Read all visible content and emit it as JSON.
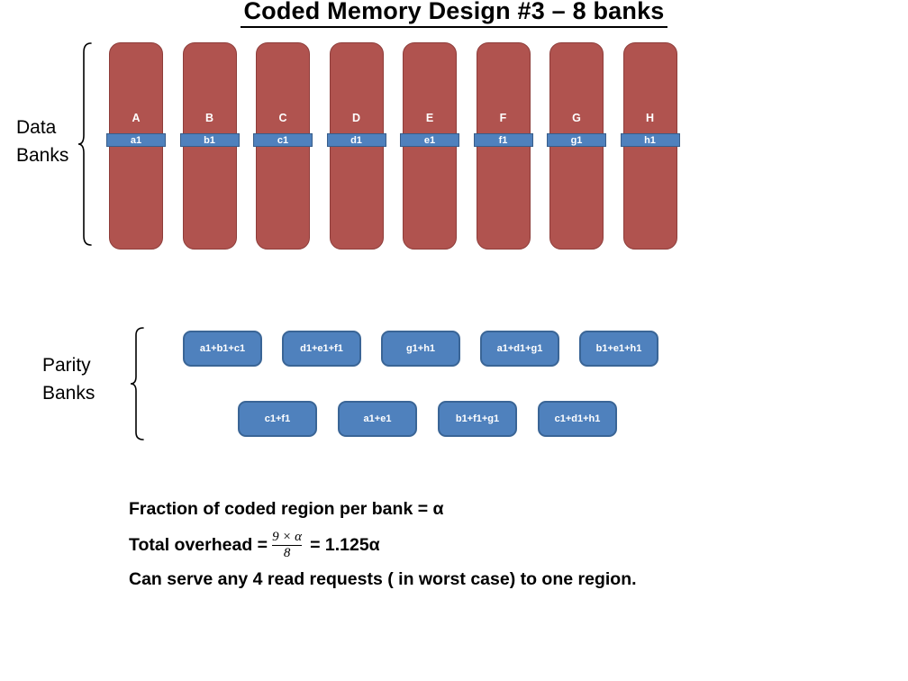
{
  "title": "Coded Memory Design #3 – 8 banks",
  "colors": {
    "bank_fill": "#b0534f",
    "bank_border": "#8e3d3a",
    "stripe_fill": "#4f81bd",
    "stripe_border": "#385d8a",
    "parity_fill": "#4f81bd",
    "parity_border": "#3a6596"
  },
  "data_banks": {
    "label_line1": "Data",
    "label_line2": "Banks",
    "banks": [
      {
        "letter": "A",
        "cell": "a1"
      },
      {
        "letter": "B",
        "cell": "b1"
      },
      {
        "letter": "C",
        "cell": "c1"
      },
      {
        "letter": "D",
        "cell": "d1"
      },
      {
        "letter": "E",
        "cell": "e1"
      },
      {
        "letter": "F",
        "cell": "f1"
      },
      {
        "letter": "G",
        "cell": "g1"
      },
      {
        "letter": "H",
        "cell": "h1"
      }
    ]
  },
  "parity_banks": {
    "label_line1": "Parity",
    "label_line2": "Banks",
    "row1": [
      "a1+b1+c1",
      "d1+e1+f1",
      "g1+h1",
      "a1+d1+g1",
      "b1+e1+h1"
    ],
    "row2": [
      "c1+f1",
      "a1+e1",
      "b1+f1+g1",
      "c1+d1+h1"
    ]
  },
  "notes": {
    "line1": "Fraction of coded region per bank = α",
    "line2_prefix": "Total overhead =",
    "fraction_numerator": "9 × α",
    "fraction_denominator": "8",
    "line2_suffix": "= 1.125α",
    "line3": "Can serve any 4 read requests ( in worst case) to one region."
  }
}
